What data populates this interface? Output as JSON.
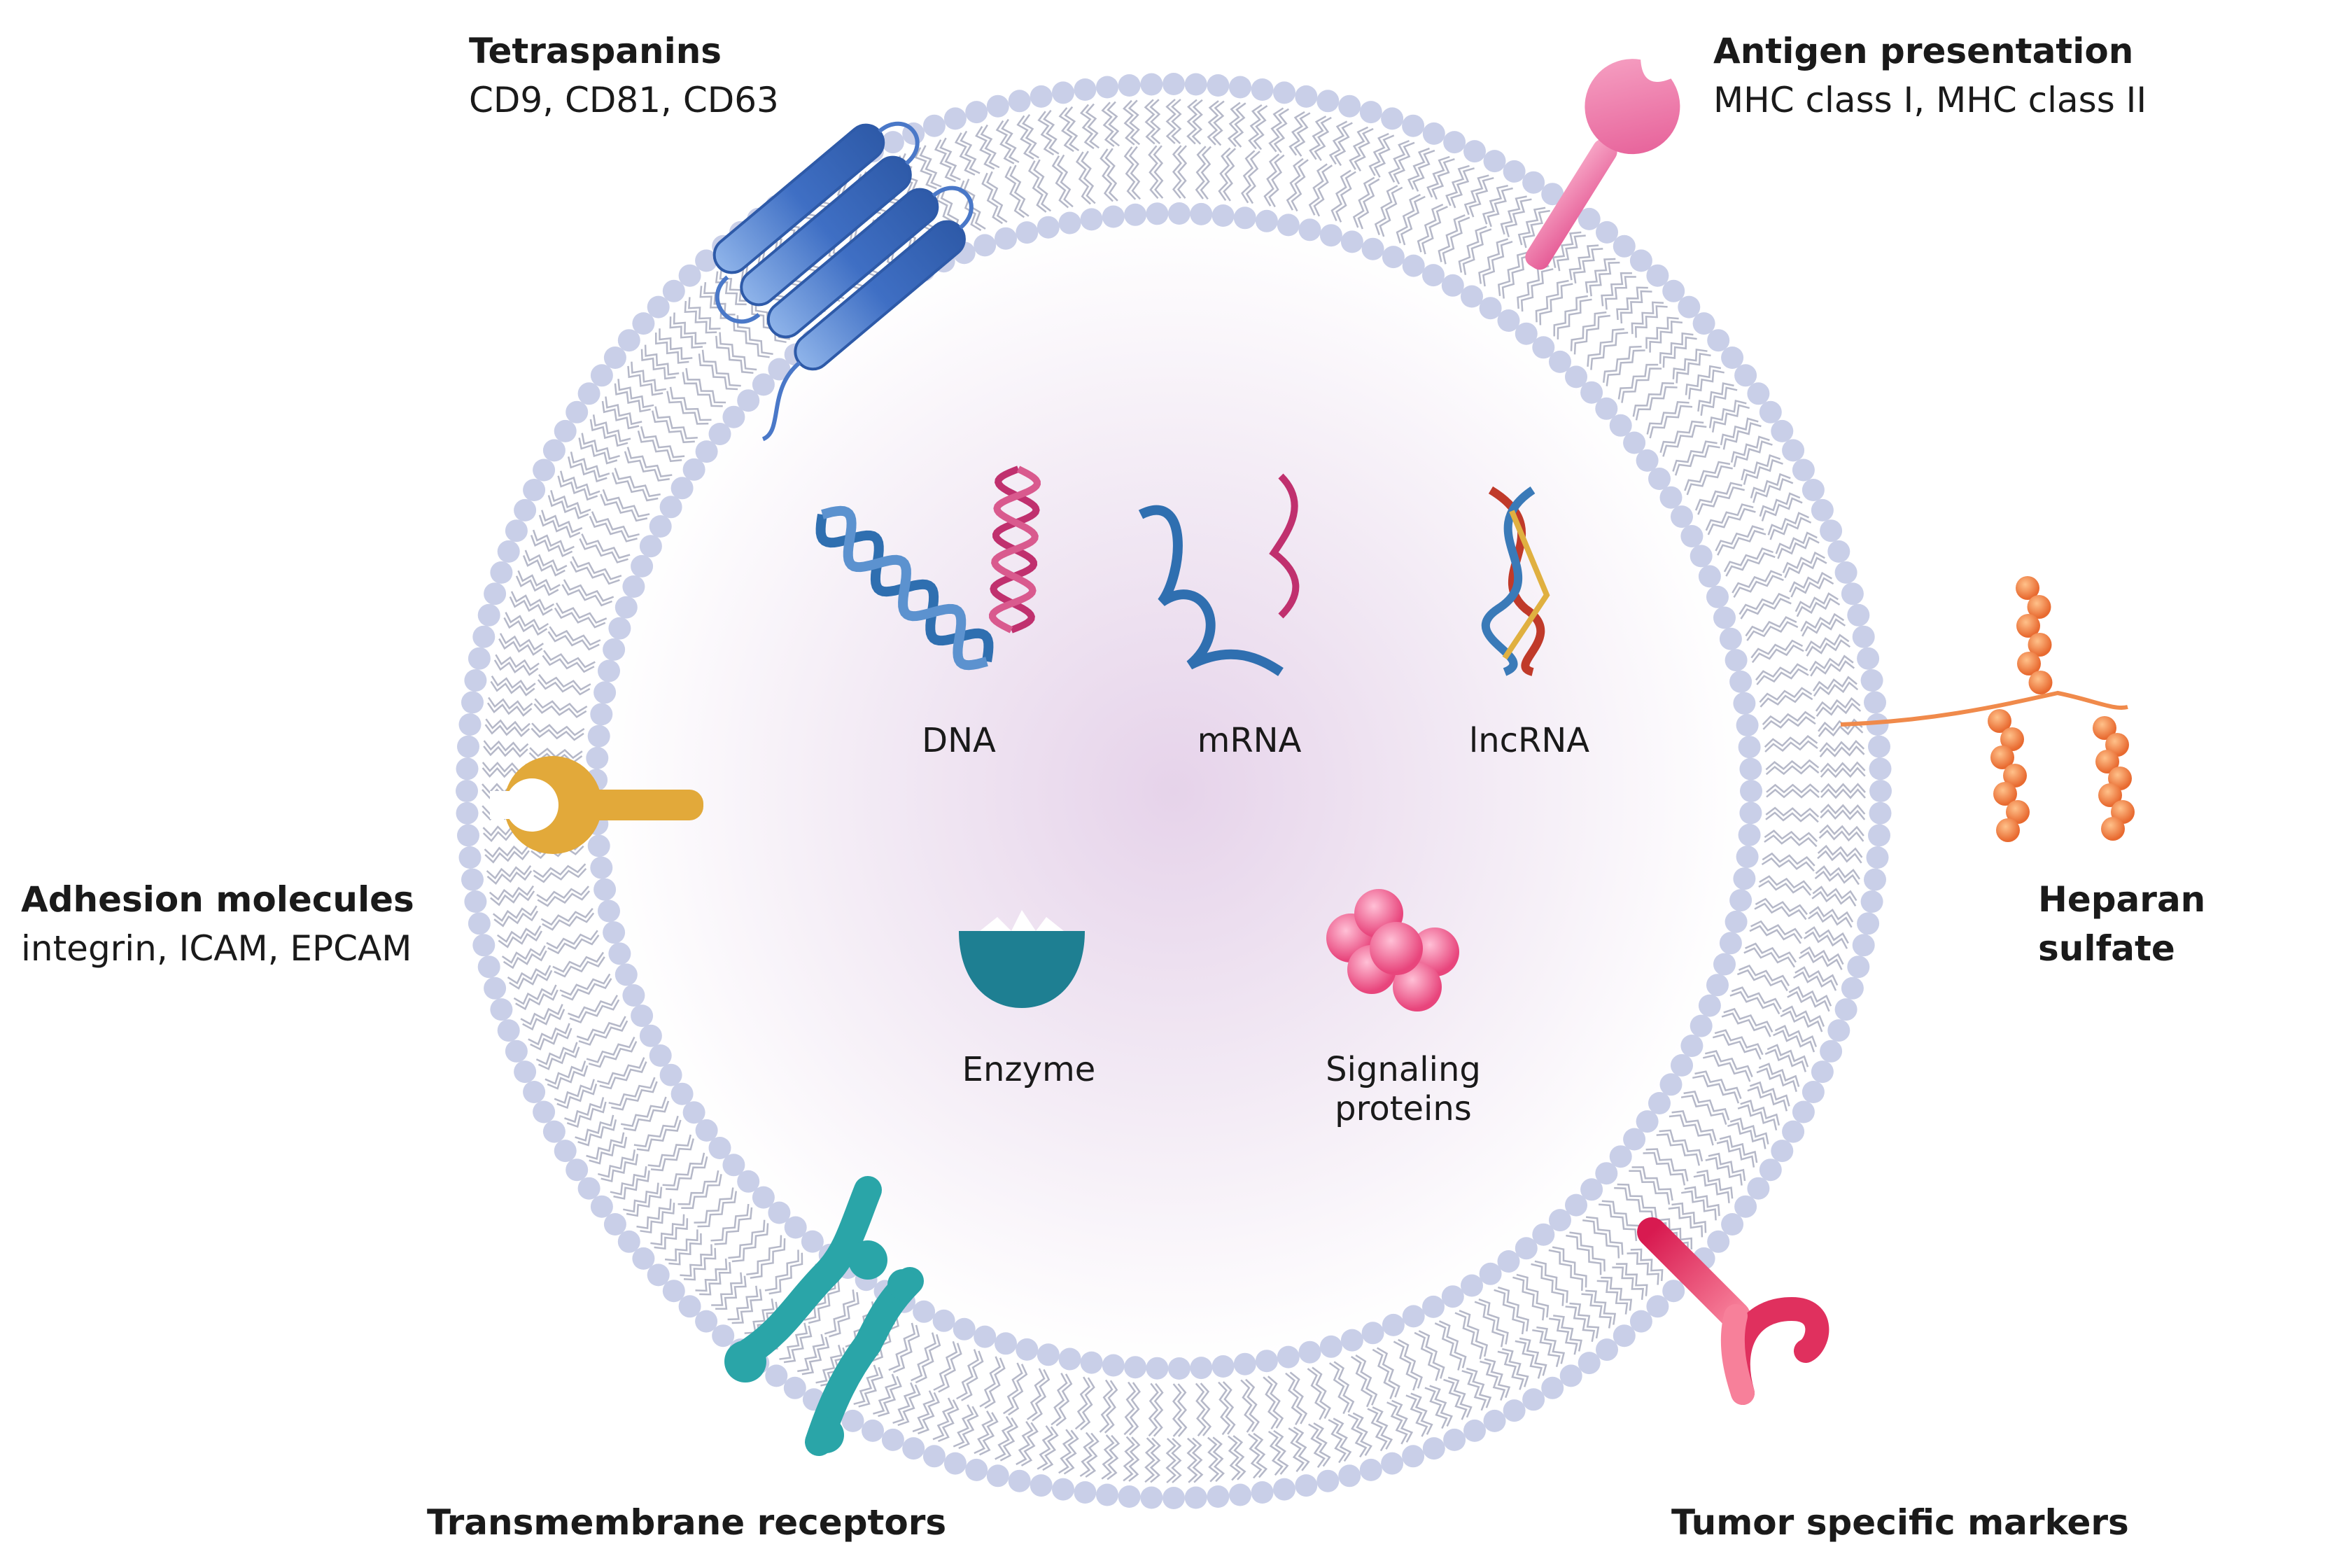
{
  "labels": {
    "tetraspanins": {
      "title": "Tetraspanins",
      "subtitle": "CD9, CD81, CD63"
    },
    "antigen": {
      "title": "Antigen presentation",
      "subtitle": "MHC class I, MHC class II"
    },
    "adhesion": {
      "title": "Adhesion molecules",
      "subtitle": "integrin, ICAM, EPCAM"
    },
    "heparan": {
      "title": "Heparan sulfate"
    },
    "transmembrane": {
      "title": "Transmembrane receptors"
    },
    "tumor": {
      "title": "Tumor specific markers"
    }
  },
  "cargo": {
    "dna": "DNA",
    "mrna": "mRNA",
    "lncrna": "lncRNA",
    "enzyme": "Enzyme",
    "signaling": "Signaling proteins"
  },
  "colors": {
    "membrane_head": "#c9cfe8",
    "membrane_tail": "#b5b8c8",
    "interior_glow": "#ece0ef",
    "tetraspanin_blue": "#4a78c8",
    "mhc_pink": "#e879a8",
    "adhesion_gold": "#e2a93a",
    "heparan_orange": "#f08a4b",
    "receptor_teal": "#2aa5a8",
    "tumor_red": "#e0305e",
    "dna_blue": "#2f6fb0",
    "dna_magenta": "#c0306e",
    "enzyme_teal": "#1e7f92",
    "signal_pink": "#ee5f8f"
  },
  "icons": [
    "tetraspanin-icon",
    "mhc-icon",
    "adhesion-icon",
    "heparan-sulfate-icon",
    "transmembrane-receptor-icon",
    "tumor-marker-icon",
    "dna-icon",
    "mrna-icon",
    "lncrna-icon",
    "enzyme-icon",
    "signaling-proteins-icon"
  ]
}
